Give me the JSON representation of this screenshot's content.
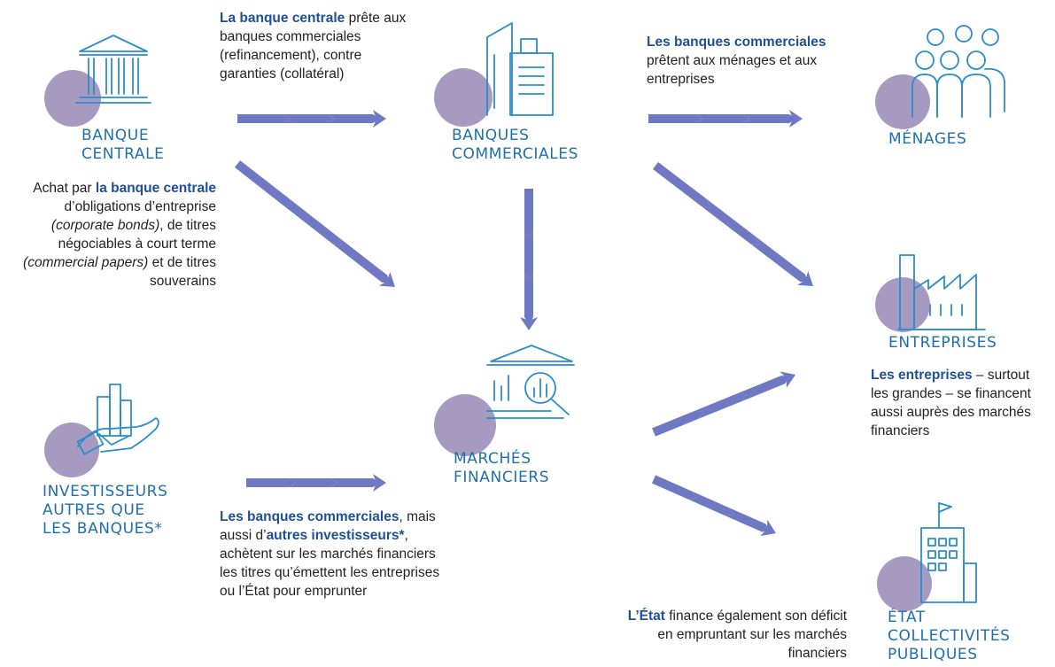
{
  "nodes": {
    "banque_centrale": [
      "BANQUE",
      "CENTRALE"
    ],
    "banques_commerciales": [
      "BANQUES",
      "COMMERCIALES"
    ],
    "menages": [
      "MÉNAGES"
    ],
    "entreprises": [
      "ENTREPRISES"
    ],
    "marches": [
      "MARCHÉS",
      "FINANCIERS"
    ],
    "investisseurs": [
      "INVESTISSEURS",
      "AUTRES QUE",
      "LES BANQUES*"
    ],
    "etat": [
      "ÉTAT",
      "COLLECTIVITÉS",
      "PUBLIQUES"
    ]
  },
  "texts": {
    "bc_to_banques": {
      "b1": "La banque centrale",
      "t1": " prête aux banques commerciales (refinancement), contre garanties (collatéral)"
    },
    "banques_to_menages": {
      "b1": "Les banques commerciales",
      "t1": "prêtent aux ménages et aux entreprises"
    },
    "bc_achat": {
      "t1": "Achat par ",
      "b1": "la banque centrale",
      "t2": " d’obligations d’entreprise ",
      "i1": "(corporate bonds)",
      "t3": ", de titres négociables à court terme ",
      "i2": "(commercial papers)",
      "t4": " et de titres souverains"
    },
    "entreprises_desc": {
      "b1": "Les entreprises",
      "t1": " – surtout les grandes – se financent aussi auprès des marchés financiers"
    },
    "investisseurs_desc": {
      "b1": "Les banques commerciales",
      "t1": ", mais aussi d’",
      "b2": "autres investisseurs*",
      "t2": ", achètent sur les marchés financiers les titres qu’émettent les entreprises ou l’État pour emprunter"
    },
    "etat_desc": {
      "b1": "L’État",
      "t1": " finance également son déficit en empruntant sur les marchés financiers"
    }
  },
  "colors": {
    "arrow": "#6f78c2",
    "circle": "#a79ac0",
    "icon": "#2a8ccf",
    "node_label": "#1e6fae",
    "bold_text": "#1f4f96"
  },
  "icons": {
    "banque_centrale": "bank-building-icon",
    "banques_commerciales": "office-buildings-icon",
    "menages": "people-group-icon",
    "entreprises": "factory-icon",
    "marches": "market-analysis-icon",
    "investisseurs": "hand-holding-card-icon",
    "etat": "government-building-icon"
  }
}
